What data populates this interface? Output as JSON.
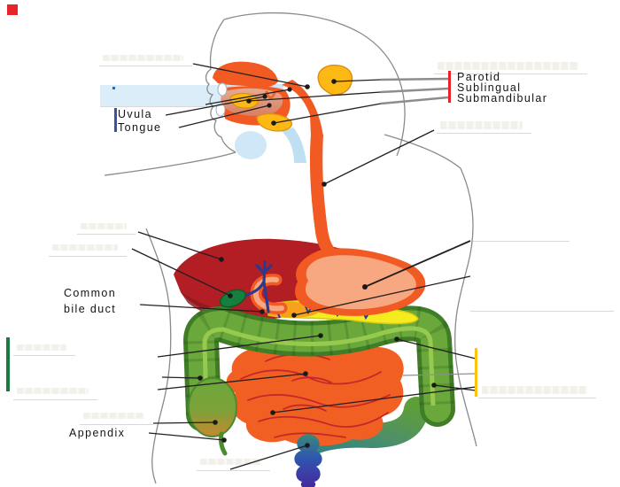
{
  "diagram": {
    "subject": "human digestive system labeling diagram",
    "blank_label_slots": 13
  },
  "labels": {
    "uvula": "Uvula",
    "tongue": "Tongue",
    "parotid": "Parotid",
    "sublingual": "Sublingual",
    "submandibular": "Submandibular",
    "common_bile_duct": "Common bile duct",
    "appendix": "Appendix"
  },
  "markers": {
    "red_square": "#e8232a",
    "salivary_red_bar": "#e8232a",
    "mouth_blue_bar": "#3953a4",
    "left_green_bar": "#1a7a40",
    "right_yellow_bar": "#ffc20e",
    "highlight_band_blue": "#b6dcf2"
  },
  "art_colors": {
    "esophagus_orange": "#f15a22",
    "liver_red": "#b21e24",
    "gallbladder_green": "#157f3d",
    "bile_duct_blue": "#2b3990",
    "stomach_inner_salmon": "#f7a880",
    "pancreas_yellow": "#f6eb1e",
    "colon_green": "#6aa83c",
    "small_intestine_orange": "#f15f22",
    "rectum_blue": "#2f55b0",
    "salivary_yellow": "#fdb913",
    "outline_gray": "#8a8a8a"
  }
}
